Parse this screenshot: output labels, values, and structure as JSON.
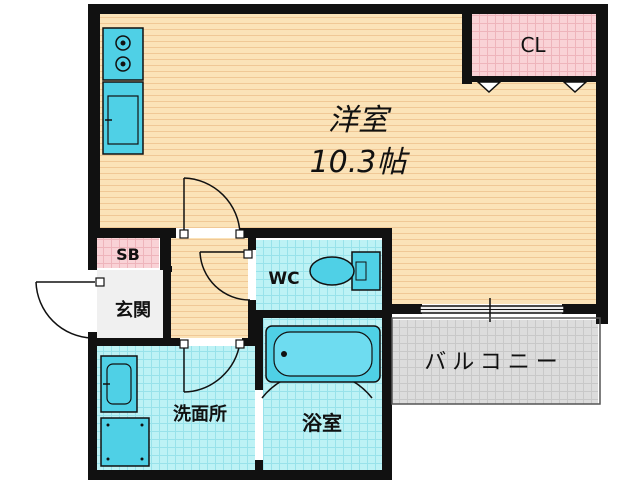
{
  "floor_plan": {
    "rooms": {
      "western_room": {
        "name": "洋室",
        "size": "10.3帖"
      },
      "closet": "CL",
      "storage_box": "SB",
      "toilet": "WC",
      "entrance": "玄関",
      "washroom": "洗面所",
      "bathroom": "浴室",
      "balcony": "バルコニー"
    }
  },
  "colors": {
    "wall": "#111111",
    "floor_wood": "#fbe3b8",
    "floor_wood_line": "#f0c896",
    "wet_area": "#bdf2f5",
    "wet_area_line": "#98e2ea",
    "closet": "#f9d2d6",
    "storage": "#f7d0d5",
    "balcony": "#dcdcdc",
    "fixture": "#4fd0e6",
    "window": "#e8e8e8"
  }
}
